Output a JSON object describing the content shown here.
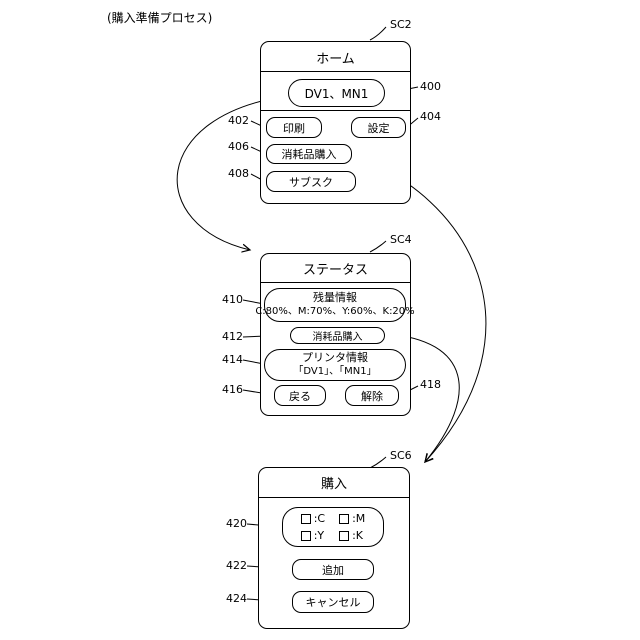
{
  "caption": "(購入準備プロセス)",
  "screens": {
    "sc2": {
      "ref": "SC2",
      "title": "ホーム",
      "device_label": "DV1、MN1",
      "device_ref": "400",
      "print_label": "印刷",
      "print_ref": "402",
      "settings_label": "設定",
      "settings_ref": "404",
      "supplies_label": "消耗品購入",
      "supplies_ref": "406",
      "subscription_label": "サブスク",
      "subscription_ref": "408"
    },
    "sc4": {
      "ref": "SC4",
      "title": "ステータス",
      "remaining_title": "残量情報",
      "remaining_values": "C:80%、M:70%、Y:60%、K:20%",
      "remaining_ref": "410",
      "supplies_label": "消耗品購入",
      "supplies_ref": "412",
      "printer_info_title": "プリンタ情報",
      "printer_info_values": "「DV1」、「MN1」",
      "printer_info_ref": "414",
      "back_label": "戻る",
      "back_ref": "416",
      "release_label": "解除",
      "release_ref": "418"
    },
    "sc6": {
      "ref": "SC6",
      "title": "購入",
      "checkbox_ref": "420",
      "checkboxes": [
        ":C",
        ":M",
        ":Y",
        ":K"
      ],
      "add_label": "追加",
      "add_ref": "422",
      "cancel_label": "キャンセル",
      "cancel_ref": "424"
    }
  }
}
